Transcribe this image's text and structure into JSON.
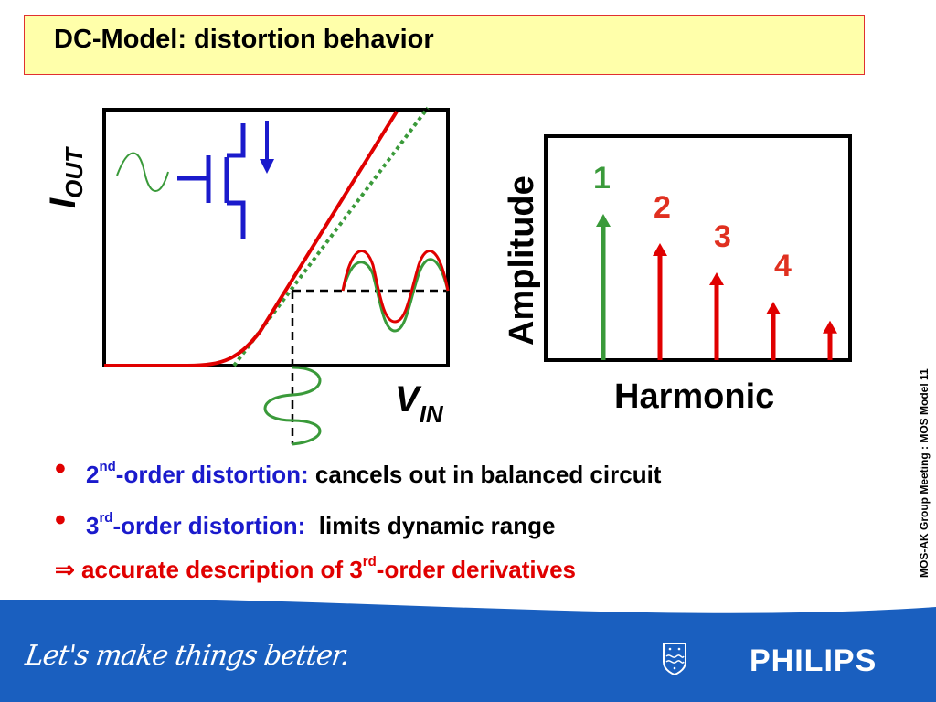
{
  "title": "DC-Model: distortion behavior",
  "left_plot": {
    "y_label_main": "I",
    "y_label_sub": "OUT",
    "x_label_main": "V",
    "x_label_sub": "IN"
  },
  "right_plot": {
    "y_label": "Amplitude",
    "x_label": "Harmonic",
    "harmonics": [
      {
        "label": "1",
        "amplitude": 1.0,
        "color": "#3a9a3a"
      },
      {
        "label": "2",
        "amplitude": 0.8,
        "color": "#e00000"
      },
      {
        "label": "3",
        "amplitude": 0.6,
        "color": "#e00000"
      },
      {
        "label": "4",
        "amplitude": 0.4,
        "color": "#e00000"
      },
      {
        "label": "",
        "amplitude": 0.27,
        "color": "#e00000"
      }
    ]
  },
  "bullets": [
    {
      "num": "2",
      "sup": "nd",
      "blue_text": "-order distortion:",
      "black_text": " cancels out in balanced circuit"
    },
    {
      "num": "3",
      "sup": "rd",
      "blue_text": "-order distortion:",
      "black_text": "  limits dynamic range"
    }
  ],
  "conclusion": {
    "arrow": "⇒",
    "text_a": " accurate description of 3",
    "sup": "rd",
    "text_b": "-order derivatives"
  },
  "side_note": "MOS-AK Group Meeting : MOS Model 11",
  "footer": {
    "slogan": "Let's make things better.",
    "brand": "PHILIPS",
    "band_color": "#1a5fbf"
  }
}
